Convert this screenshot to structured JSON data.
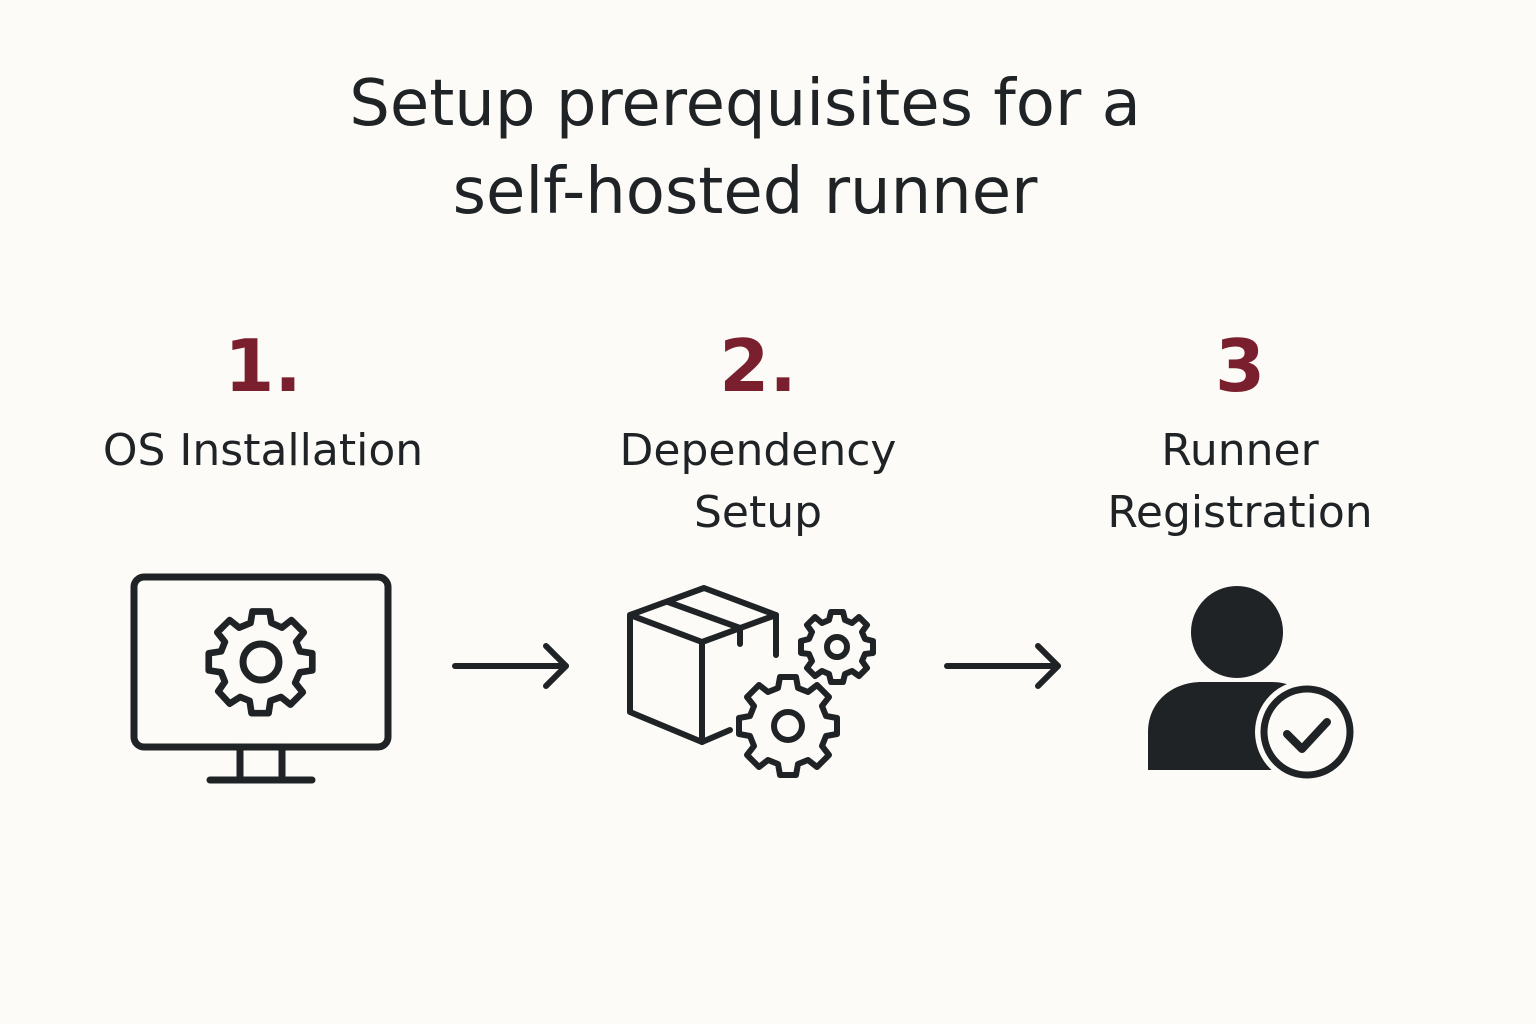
{
  "title": {
    "line1": "Setup prerequisites for a",
    "line2": "self-hosted runner"
  },
  "steps": [
    {
      "number": "1.",
      "label_lines": [
        "OS Installation"
      ],
      "icon": "monitor-gear-icon"
    },
    {
      "number": "2.",
      "label_lines": [
        "Dependency",
        "Setup"
      ],
      "icon": "package-gears-icon"
    },
    {
      "number": "3",
      "label_lines": [
        "Runner",
        "Registration"
      ],
      "icon": "user-check-icon"
    }
  ],
  "colors": {
    "background": "#fcfbf7",
    "text": "#1f2326",
    "accent": "#7a1f2e"
  }
}
